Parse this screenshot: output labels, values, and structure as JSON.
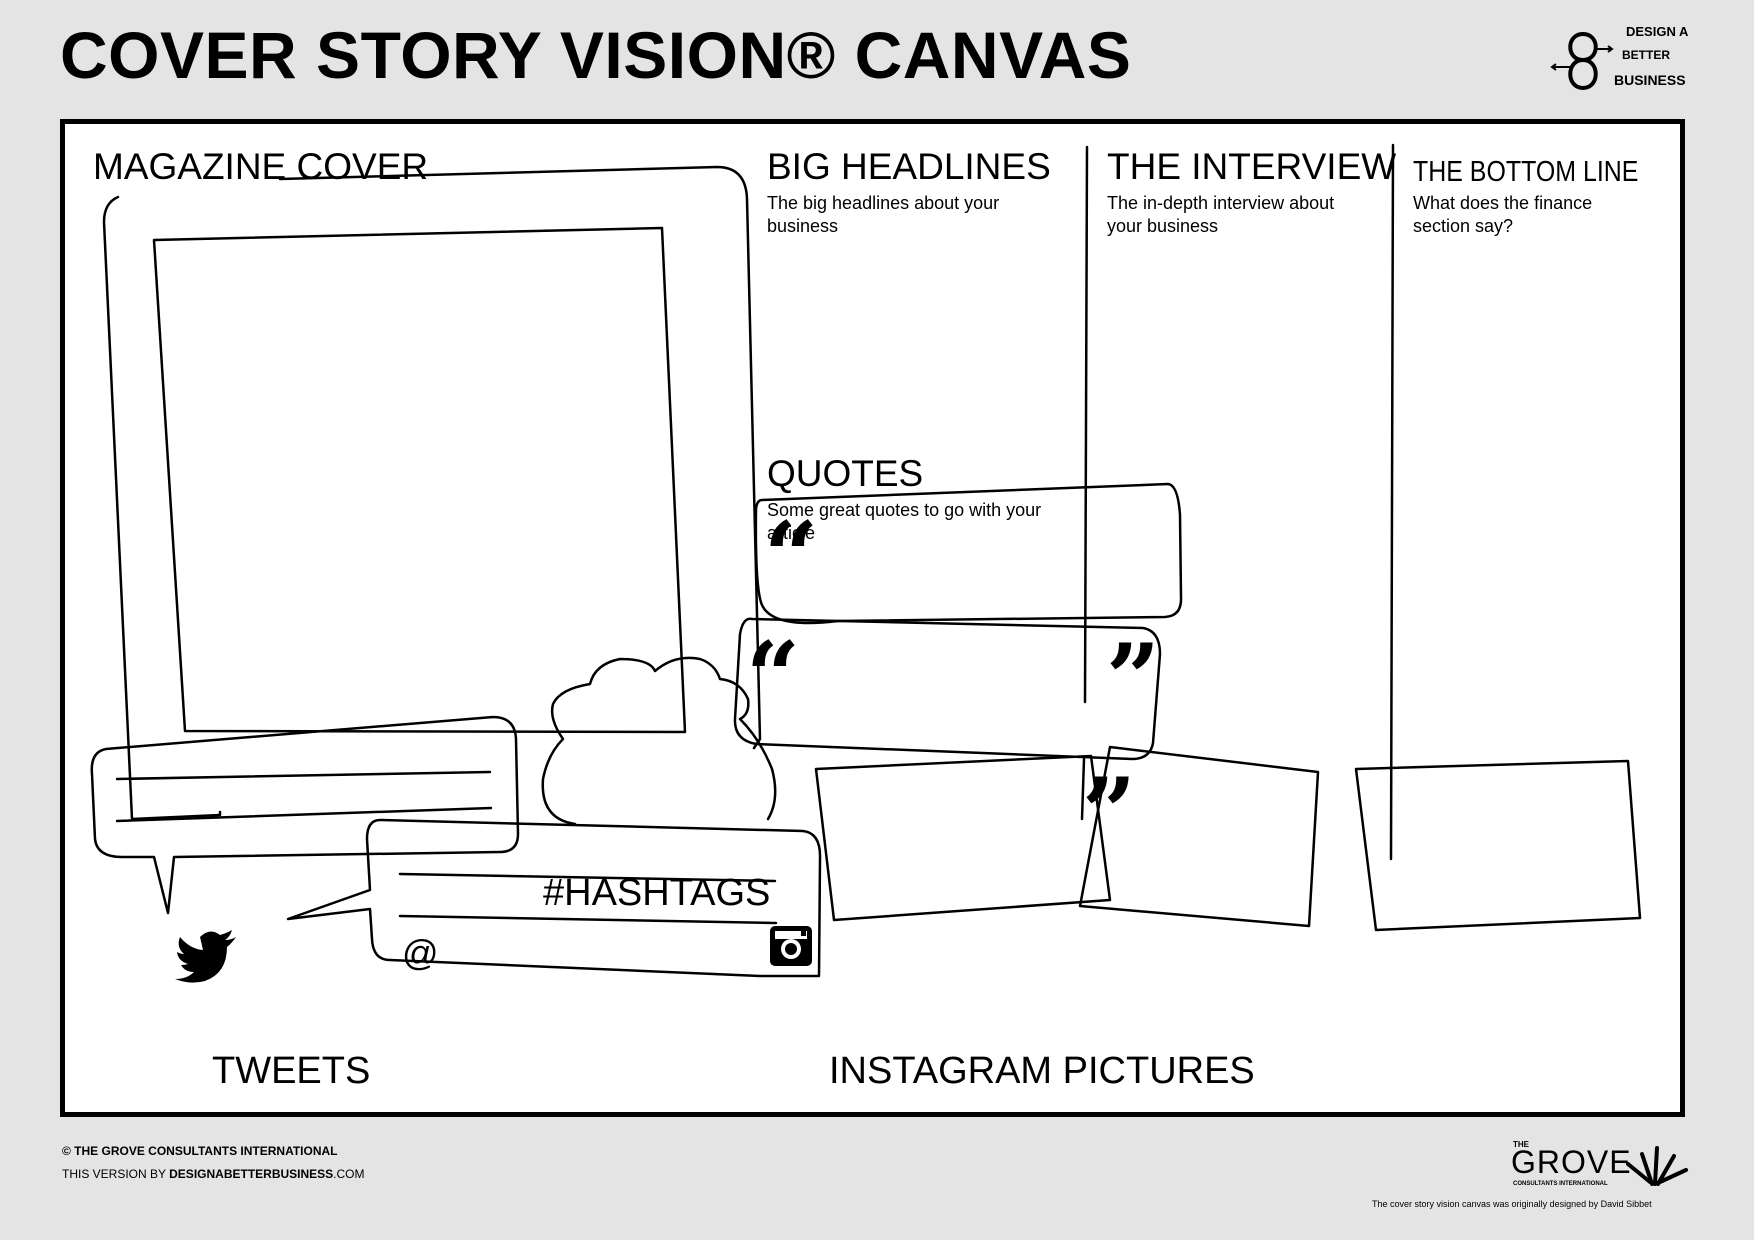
{
  "header": {
    "title": "COVER STORY VISION® CANVAS",
    "brand": [
      "DESIGN A",
      "BETTER",
      "BUSINESS"
    ]
  },
  "sections": {
    "magazine_cover": {
      "title": "MAGAZINE COVER"
    },
    "big_headlines": {
      "title": "BIG HEADLINES",
      "description": "The big headlines about your business"
    },
    "interview": {
      "title": "THE INTERVIEW",
      "description": "The in-depth interview about your business"
    },
    "bottom_line": {
      "title": "THE BOTTOM LINE",
      "description": "What does the finance section say?"
    },
    "quotes": {
      "title": "QUOTES",
      "description": "Some great quotes to go with your article"
    },
    "hashtags": {
      "title": "#HASHTAGS"
    },
    "mention_symbol": "@",
    "tweets": {
      "title": "TWEETS"
    },
    "instagram": {
      "title": "INSTAGRAM PICTURES"
    }
  },
  "footer": {
    "copyright": "© THE GROVE CONSULTANTS INTERNATIONAL",
    "version_prefix": "THIS VERSION BY ",
    "version_site": "DESIGNABETTERBUSINESS",
    "version_suffix": ".COM",
    "grove_the": "THE",
    "grove_name": "GROVE",
    "grove_sub": "CONSULTANTS INTERNATIONAL",
    "credit": "The cover story vision canvas was originally designed by David Sibbet"
  },
  "icons": {
    "twitter": "twitter-bird-icon",
    "instagram": "instagram-camera-icon",
    "quote_open": "open-quote-icon",
    "quote_close": "close-quote-icon"
  },
  "colors": {
    "background": "#e4e4e4",
    "canvas": "#ffffff",
    "ink": "#000000"
  }
}
